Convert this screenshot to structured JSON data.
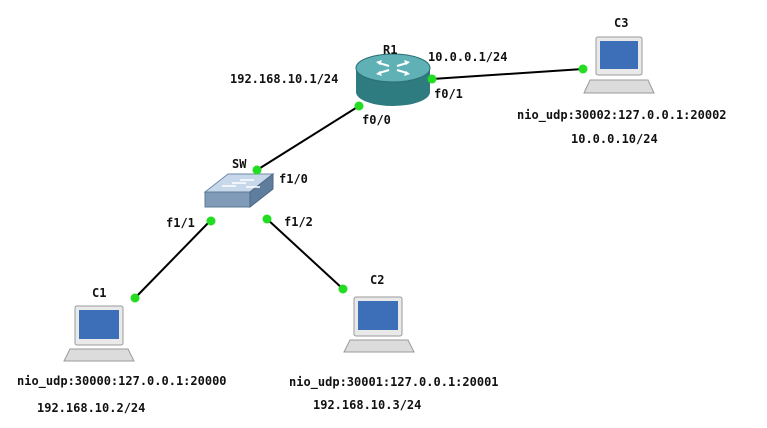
{
  "colors": {
    "background": "#ffffff",
    "link": "#000000",
    "port_up": "#22dd22",
    "router": "#3a8a8e",
    "switch": "#8aa9c6",
    "screen": "#3d6fb8"
  },
  "nodes": {
    "r1": {
      "name": "R1",
      "icon": "router-icon",
      "ip_left": "192.168.10.1/24",
      "ip_right": "10.0.0.1/24"
    },
    "sw": {
      "name": "SW",
      "icon": "switch-icon"
    },
    "c1": {
      "name": "C1",
      "icon": "pc-icon",
      "nio": "nio_udp:30000:127.0.0.1:20000",
      "ip": "192.168.10.2/24"
    },
    "c2": {
      "name": "C2",
      "icon": "pc-icon",
      "nio": "nio_udp:30001:127.0.0.1:20001",
      "ip": "192.168.10.3/24"
    },
    "c3": {
      "name": "C3",
      "icon": "pc-icon",
      "nio": "nio_udp:30002:127.0.0.1:20002",
      "ip": "10.0.0.10/24"
    }
  },
  "ports": {
    "r1_f0_0": "f0/0",
    "r1_f0_1": "f0/1",
    "sw_f1_0": "f1/0",
    "sw_f1_1": "f1/1",
    "sw_f1_2": "f1/2"
  }
}
